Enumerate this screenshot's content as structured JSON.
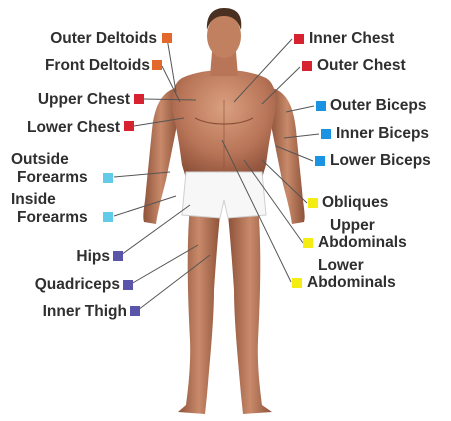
{
  "colors": {
    "orange": "#e2682c",
    "red": "#d6232f",
    "blue": "#1b93e3",
    "light_blue": "#62cbe7",
    "yellow": "#f4ed14",
    "purple": "#5b55a9"
  },
  "labels": {
    "outer_deltoids": "Outer Deltoids",
    "front_deltoids": "Front Deltoids",
    "upper_chest": "Upper Chest",
    "lower_chest": "Lower Chest",
    "outside_forearms_1": "Outside",
    "outside_forearms_2": "Forearms",
    "inside_forearms_1": "Inside",
    "inside_forearms_2": "Forearms",
    "hips": "Hips",
    "quadriceps": "Quadriceps",
    "inner_thigh": "Inner Thigh",
    "inner_chest": "Inner Chest",
    "outer_chest": "Outer Chest",
    "outer_biceps": "Outer Biceps",
    "inner_biceps": "Inner Biceps",
    "lower_biceps": "Lower Biceps",
    "obliques": "Obliques",
    "upper_abdominals_1": "Upper",
    "upper_abdominals_2": "Abdominals",
    "lower_abdominals_1": "Lower",
    "lower_abdominals_2": "Abdominals"
  }
}
